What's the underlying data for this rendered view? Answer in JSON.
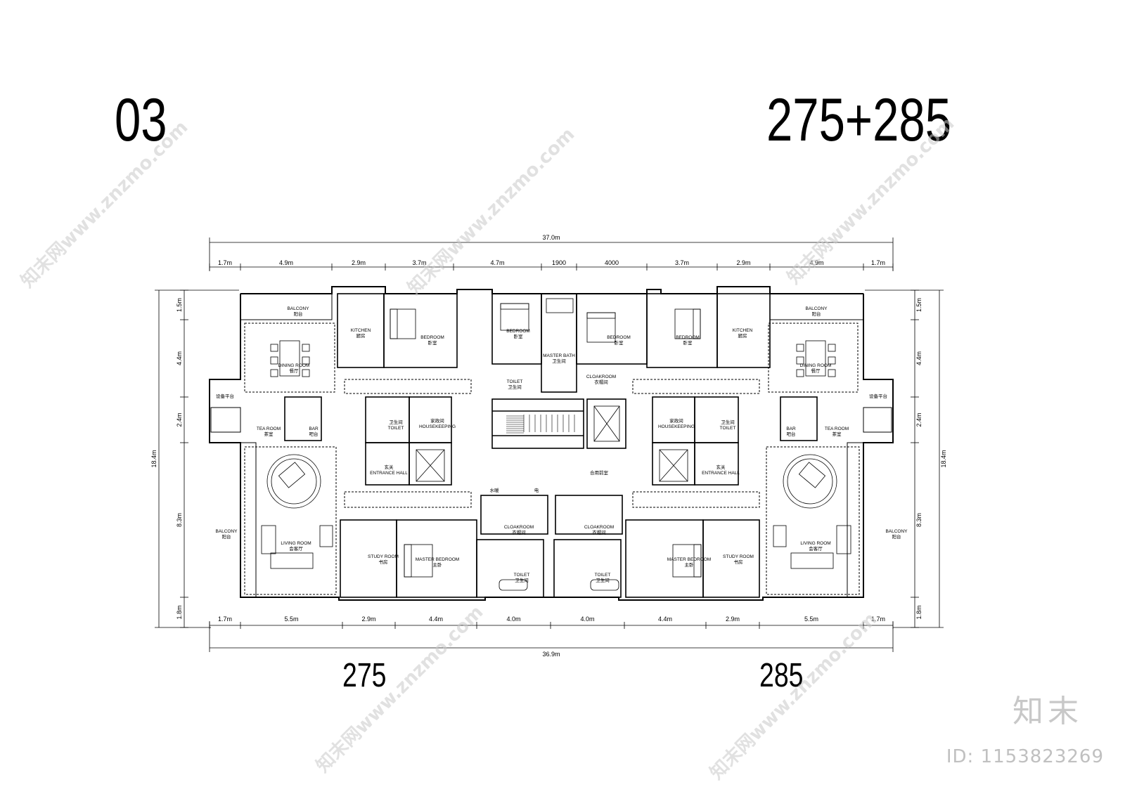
{
  "header": {
    "sheet_no": "03",
    "combo": "275+285"
  },
  "footer": {
    "left_unit": "275",
    "right_unit": "285"
  },
  "dims": {
    "top_total": "37.0m",
    "top": [
      "1.7m",
      "4.9m",
      "2.9m",
      "3.7m",
      "4.7m",
      "1900",
      "4000",
      "3.7m",
      "2.9m",
      "4.9m",
      "1.7m"
    ],
    "bottom_total": "36.9m",
    "bottom": [
      "1.7m",
      "5.5m",
      "2.9m",
      "4.4m",
      "4.0m",
      "4.0m",
      "4.4m",
      "2.9m",
      "5.5m",
      "1.7m"
    ],
    "side_total": "18.4m",
    "side": [
      "1.5m",
      "4.4m",
      "2.4m",
      "8.3m",
      "1.8m"
    ]
  },
  "rooms": {
    "balcony": "BALCONY",
    "balcony_cn": "阳台",
    "kitchen": "KITCHEN",
    "kitchen_cn": "厨房",
    "bedroom": "BEDROOM",
    "bedroom_cn": "卧室",
    "dining": "DINING ROOM",
    "dining_cn": "餐厅",
    "tea": "TEA ROOM",
    "tea_cn": "茶室",
    "bar": "BAR",
    "bar_cn": "吧台",
    "toilet": "TOILET",
    "toilet_cn": "卫生间",
    "housekeeping": "HOUSEKEEPING",
    "housekeeping_cn": "家政间",
    "entrance": "ENTRANCE HALL",
    "entrance_cn": "玄关",
    "master_bath": "MASTER BATH",
    "master_bath_cn": "卫生间",
    "cloakroom": "CLOAKROOM",
    "cloakroom_cn": "衣帽间",
    "living": "LIVING ROOM",
    "living_cn": "会客厅",
    "study": "STUDY ROOM",
    "study_cn": "书房",
    "master_bed": "MASTER BEDROOM",
    "master_bed_cn": "主卧",
    "equip": "设备平台",
    "lobby": "合用前室",
    "water": "水暖",
    "elec": "电"
  },
  "watermark": {
    "logo": "知末",
    "id": "ID: 1153823269",
    "site": "知末网www.znzmo.com"
  }
}
